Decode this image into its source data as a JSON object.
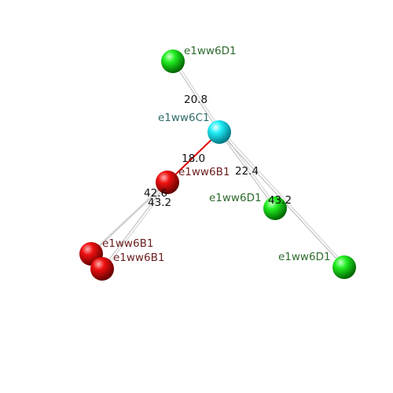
{
  "atoms": [
    {
      "id": "d1_top",
      "label": "e1ww6D1",
      "type": "green"
    },
    {
      "id": "c1",
      "label": "e1ww6C1",
      "type": "cyan"
    },
    {
      "id": "b1_mid",
      "label": "e1ww6B1",
      "type": "red"
    },
    {
      "id": "d1_mid",
      "label": "e1ww6D1",
      "type": "green"
    },
    {
      "id": "d1_right",
      "label": "e1ww6D1",
      "type": "green"
    },
    {
      "id": "b1_left1",
      "label": "e1ww6B1",
      "type": "red"
    },
    {
      "id": "b1_left2",
      "label": "e1ww6B1",
      "type": "red"
    }
  ],
  "distances": [
    {
      "id": "top",
      "value": "20.8"
    },
    {
      "id": "red",
      "value": "18.0"
    },
    {
      "id": "mid",
      "value": "22.4"
    },
    {
      "id": "right",
      "value": "43.2"
    },
    {
      "id": "left_a",
      "value": "42.6"
    },
    {
      "id": "left_b",
      "value": "43.2"
    }
  ],
  "colors": {
    "green": "#00dd00",
    "cyan": "#00e5f0",
    "red": "#ee0000",
    "label_green": "#2e6b2e",
    "label_cyan": "#2e6b6b",
    "label_red": "#6b1e1e",
    "bond_red": "#dd0000",
    "bond_grey": "#b8b8b8"
  }
}
